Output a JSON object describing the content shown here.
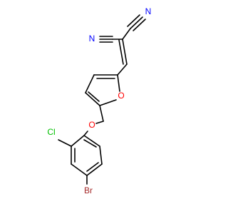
{
  "molecule": {
    "atoms": {
      "n1": "N",
      "n2": "N",
      "o_furan": "O",
      "o_ether": "O",
      "cl": "Cl",
      "br": "Br"
    }
  },
  "colors": {
    "bond": "#000000",
    "nitrogen": "#0000ff",
    "oxygen": "#ff0000",
    "chlorine": "#00c000",
    "bromine": "#a52a2a"
  }
}
